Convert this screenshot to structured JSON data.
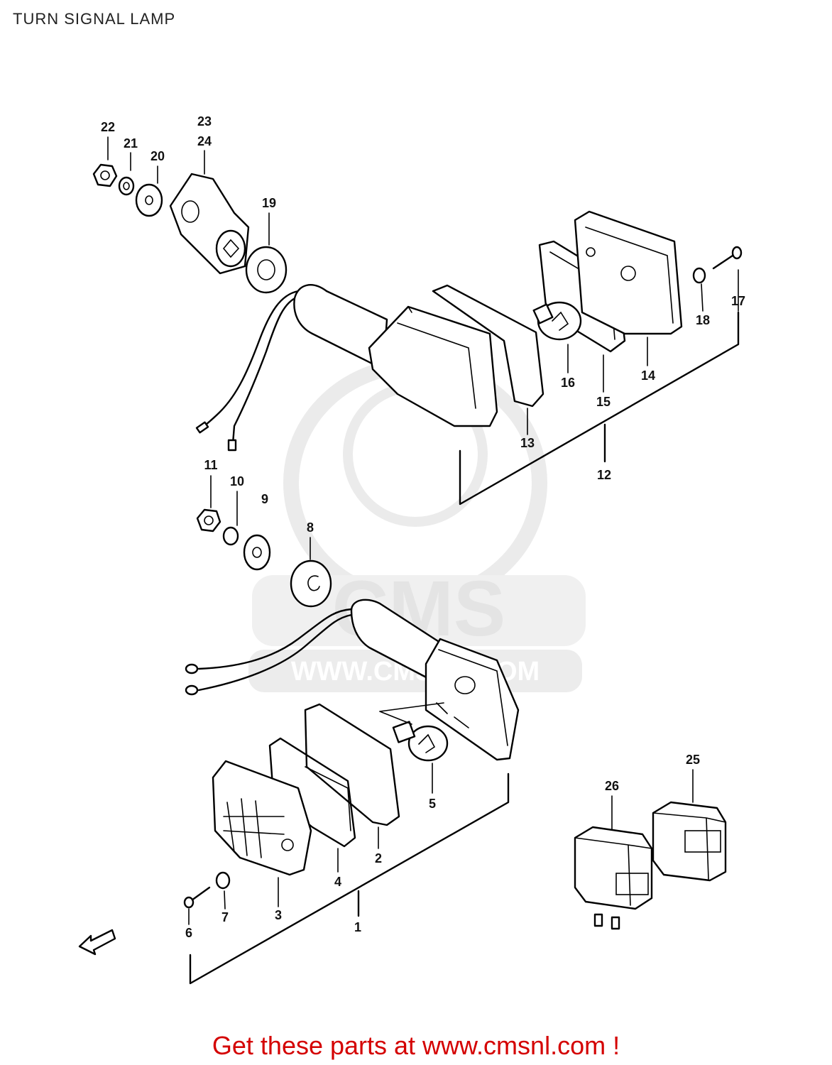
{
  "title": "TURN SIGNAL LAMP",
  "watermark": {
    "brand": "CMS",
    "url": "WWW.CMSNL.COM"
  },
  "footer": {
    "text": "Get these parts at www.cmsnl.com !"
  },
  "callouts": [
    "1",
    "2",
    "3",
    "4",
    "5",
    "6",
    "7",
    "8",
    "9",
    "10",
    "11",
    "12",
    "13",
    "14",
    "15",
    "16",
    "17",
    "18",
    "19",
    "20",
    "21",
    "22",
    "23",
    "24",
    "25",
    "26"
  ],
  "colors": {
    "footer": "#d40000",
    "ink": "#000000",
    "watermark": "#e4e4e4"
  }
}
